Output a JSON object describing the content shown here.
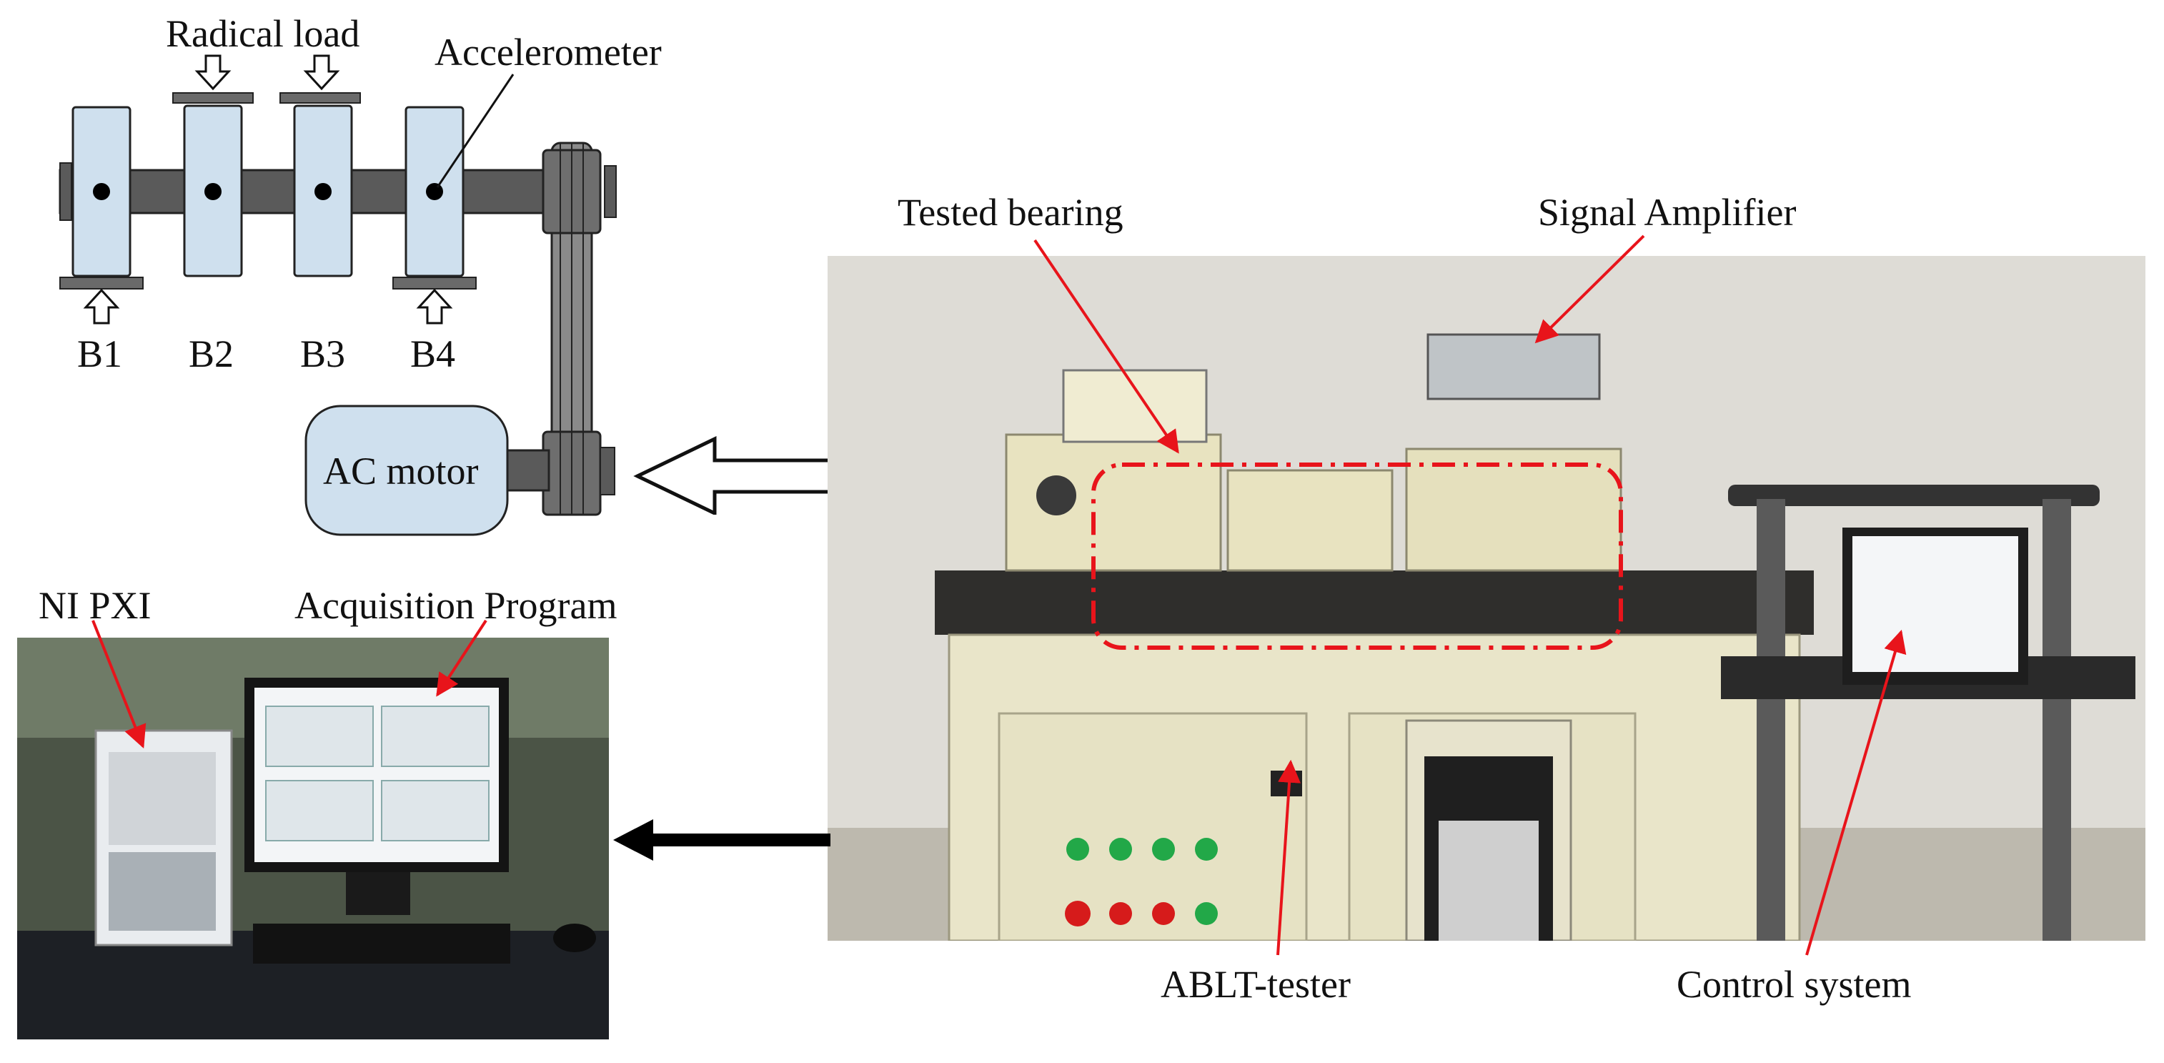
{
  "schematic": {
    "radial_load_label": "Radical load",
    "accelerometer_label": "Accelerometer",
    "bearings": [
      "B1",
      "B2",
      "B3",
      "B4"
    ],
    "motor_label": "AC motor"
  },
  "labels": {
    "tested_bearing": "Tested bearing",
    "signal_amplifier": "Signal Amplifier",
    "ni_pxi": "NI PXI",
    "acquisition_program": "Acquisition Program",
    "ablt_tester": "ABLT-tester",
    "control_system": "Control system"
  },
  "colors": {
    "bearing_fill": "#cfe0ee",
    "shaft": "#5a5a5a",
    "motor_fill": "#cfe0ee",
    "annotation": "#e8141b",
    "arrow": "#000000"
  }
}
